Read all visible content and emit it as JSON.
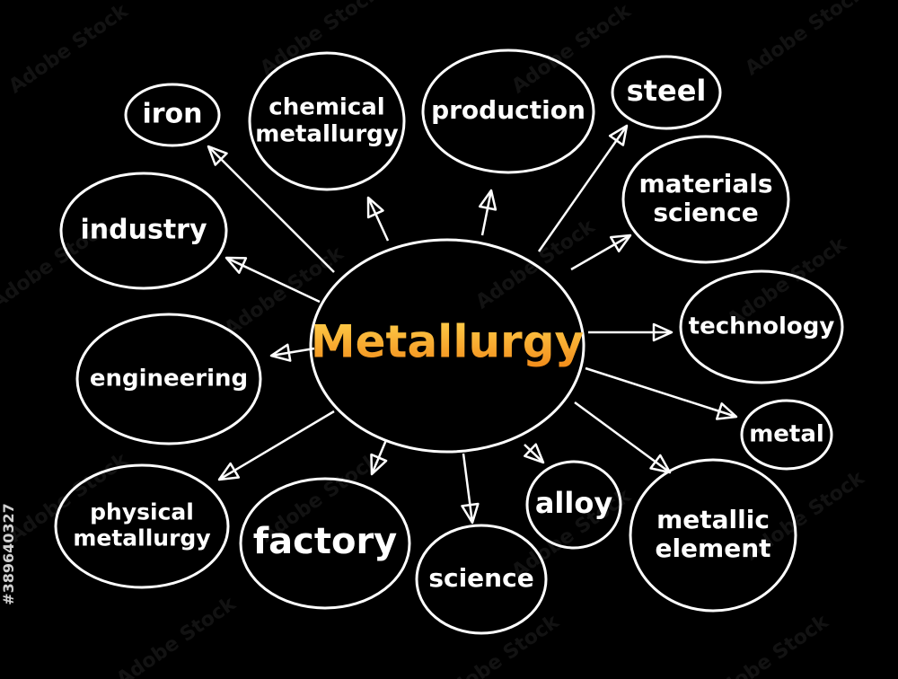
{
  "center": {
    "label": "Metallurgy",
    "color_top": "#FFD24D",
    "color_bottom": "#F28C1A"
  },
  "nodes": [
    {
      "id": "iron",
      "lines": [
        "iron"
      ]
    },
    {
      "id": "chemical-metallurgy",
      "lines": [
        "chemical",
        "metallurgy"
      ]
    },
    {
      "id": "production",
      "lines": [
        "production"
      ]
    },
    {
      "id": "steel",
      "lines": [
        "steel"
      ]
    },
    {
      "id": "materials-science",
      "lines": [
        "materials",
        "science"
      ]
    },
    {
      "id": "industry",
      "lines": [
        "industry"
      ]
    },
    {
      "id": "technology",
      "lines": [
        "technology"
      ]
    },
    {
      "id": "engineering",
      "lines": [
        "engineering"
      ]
    },
    {
      "id": "metal",
      "lines": [
        "metal"
      ]
    },
    {
      "id": "physical-metallurgy",
      "lines": [
        "physical",
        "metallurgy"
      ]
    },
    {
      "id": "factory",
      "lines": [
        "factory"
      ]
    },
    {
      "id": "science",
      "lines": [
        "science"
      ]
    },
    {
      "id": "alloy",
      "lines": [
        "alloy"
      ]
    },
    {
      "id": "metallic-element",
      "lines": [
        "metallic",
        "element"
      ]
    }
  ],
  "watermark": {
    "text": "Adobe Stock"
  },
  "stock_id": "#389640327"
}
